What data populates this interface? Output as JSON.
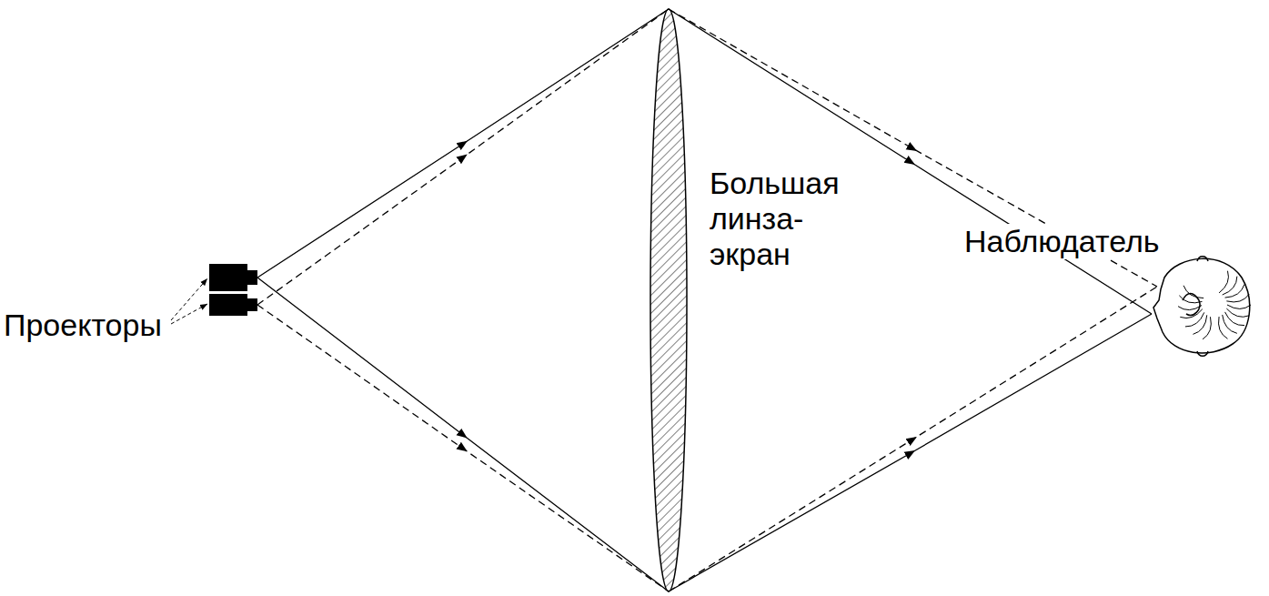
{
  "diagram": {
    "labels": [
      "Проекторы",
      "Большая линза-экран",
      "Наблюдатель"
    ]
  }
}
